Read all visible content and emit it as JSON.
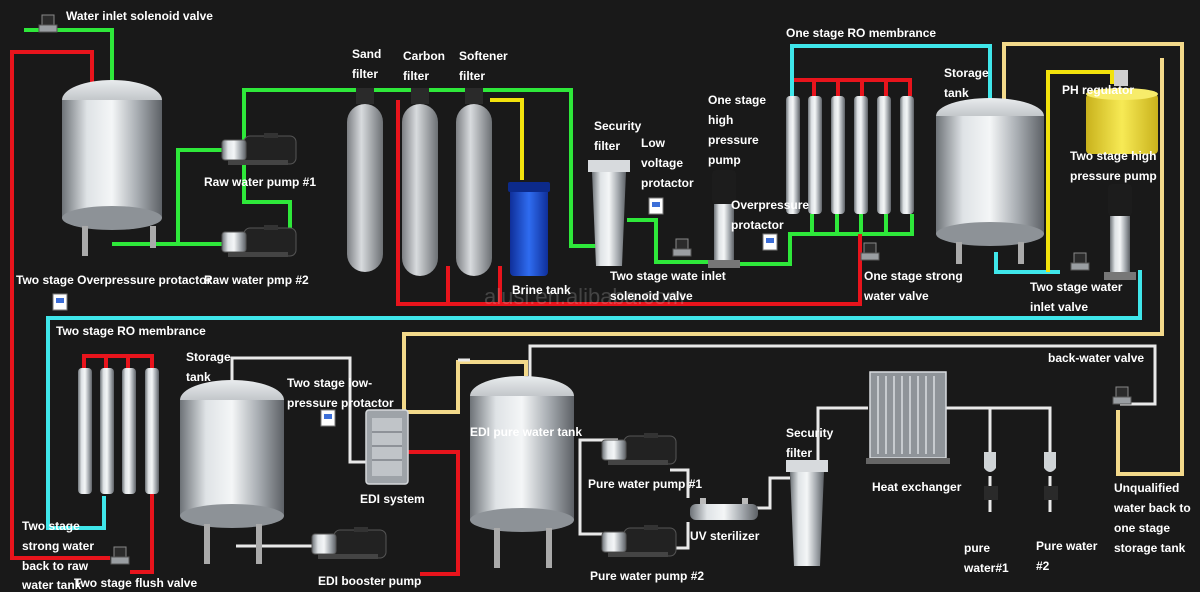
{
  "colors": {
    "background": "#191919",
    "raw_water_pipe": "#2ee83a",
    "concentrate_pipe": "#e8141c",
    "permeate_pipe": "#3fe6ea",
    "return_pipe": "#f3d98a",
    "dosing_pipe": "#f2e20c",
    "steel": "#c9ced3",
    "brine_tank": "#1e4fd6",
    "ph_tank": "#f2e43a"
  },
  "icons": [
    "solenoid-valve-icon",
    "pressure-switch-icon",
    "pump-motor-icon",
    "check-valve-icon"
  ],
  "watermark": "alusi.en.alibaba.com",
  "labels": {
    "water_inlet_solenoid_valve": "Water inlet solenoid valve",
    "raw_water_pump_1": "Raw water pump #1",
    "raw_water_pump_2": "Raw water pmp #2",
    "sand_filter_1": "Sand",
    "sand_filter_2": "filter",
    "carbon_filter_1": "Carbon",
    "carbon_filter_2": "filter",
    "softener_filter_1": "Softener",
    "softener_filter_2": "filter",
    "brine_tank": "Brine tank",
    "security_filter_1_a": "Security",
    "security_filter_1_b": "filter",
    "low_voltage_a": "Low",
    "low_voltage_b": "voltage",
    "low_voltage_c": "protactor",
    "one_stage_hp_a": "One stage",
    "one_stage_hp_b": "high",
    "one_stage_hp_c": "pressure",
    "one_stage_hp_d": "pump",
    "overpressure_a": "Overpressure",
    "overpressure_b": "protactor",
    "two_stage_inlet_1_a": "Two stage wate inlet",
    "two_stage_inlet_1_b": "solenoid valve",
    "one_stage_ro": "One stage RO membrance",
    "one_stage_strong_a": "One stage strong",
    "one_stage_strong_b": "water valve",
    "storage_tank_1_a": "Storage",
    "storage_tank_1_b": "tank",
    "ph_regulator": "PH regulator",
    "two_stage_hp_a": "Two stage high",
    "two_stage_hp_b": "pressure pump",
    "two_stage_water_inlet_a": "Two stage water",
    "two_stage_water_inlet_b": "inlet valve",
    "two_stage_overpressure": "Two stage Overpressure protactor",
    "two_stage_ro": "Two stage RO membrance",
    "storage_tank_2_a": "Storage",
    "storage_tank_2_b": "tank",
    "two_stage_low_a": "Two stage low-",
    "two_stage_low_b": "pressure protactor",
    "edi_system": "EDI system",
    "edi_booster_pump": "EDI booster pump",
    "edi_pure_water_tank": "EDI pure water tank",
    "pure_water_pump_1": "Pure water pump #1",
    "pure_water_pump_2": "Pure water pump #2",
    "uv_sterilizer": "UV sterilizer",
    "security_filter_2_a": "Security",
    "security_filter_2_b": "filter",
    "heat_exchanger": "Heat exchanger",
    "back_water_valve": "back-water valve",
    "pure_water_1_a": "pure",
    "pure_water_1_b": "water#1",
    "pure_water_2_a": "Pure water",
    "pure_water_2_b": "#2",
    "unqualified_a": "Unqualified",
    "unqualified_b": "water back to",
    "unqualified_c": "one stage",
    "unqualified_d": "storage tank",
    "two_stage_strong_a": "Two stage",
    "two_stage_strong_b": "strong water",
    "two_stage_strong_c": "back to raw",
    "two_stage_strong_d": "water tank",
    "two_stage_flush_valve": "Two stage flush valve"
  }
}
